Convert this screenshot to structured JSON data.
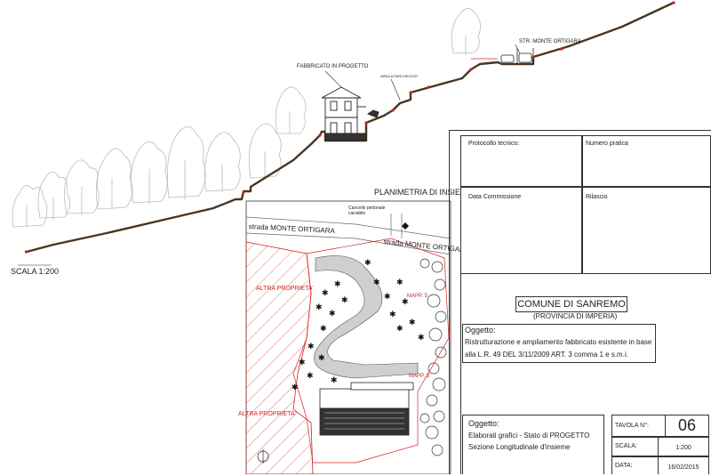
{
  "section": {
    "scale_label": "SCALA 1:200",
    "building_label": "FABBRICATO IN PROGETTO",
    "road_label": "STR. MONTE ORTIGARA",
    "parking_label": "AREA A PARCHEGGIO"
  },
  "plan": {
    "title": "PLANIMETRIA DI INSIEME",
    "road_label_left": "strada MONTE ORTIGARA",
    "road_label_right": "strada MONTE ORTIGARA",
    "gate_note": "Cancello pedonale carrabile",
    "property_label_1": "ALTRA PROPRIETA'",
    "property_label_2": "ALTRA PROPRIETA'",
    "mapp_label_1": "MAPP. 5",
    "mapp_label_2": "MAPP. 3"
  },
  "title_block": {
    "protocollo_label": "Protocollo tecnico:",
    "numero_pratica_label": "Numero pratica",
    "data_commissione_label": "Data Commissione",
    "rilascio_label": "Rilascio",
    "comune": "COMUNE DI SANREMO",
    "provincia": "PROVINCIA DI IMPERIA",
    "oggetto_label": "Oggetto:",
    "oggetto_line1": "Ristrutturazione e ampliamento fabbricato esistente in base",
    "oggetto_line2": "alla L.R. 49 DEL 3/11/2009 ART. 3 comma 1 e s.m.i.",
    "oggetto2_label": "Oggetto:",
    "oggetto2_line1": "Elaborati grafici - Stato di PROGETTO",
    "oggetto2_line2": "Sezione Longitudinale d'insieme",
    "tavola_label": "TAVOLA N°:",
    "tavola_value": "06",
    "scala_label": "SCALA:",
    "scala_value": "1:200",
    "data_label": "DATA:",
    "data_value": "16/02/2015"
  },
  "colors": {
    "terrain": "#4a3520",
    "accent_red": "#d42020",
    "line": "#333333"
  }
}
